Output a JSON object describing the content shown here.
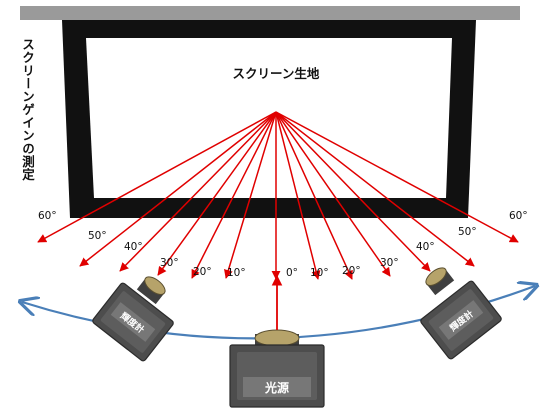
{
  "title": "スクリーンゲインの測定",
  "screen_label": "スクリーン生地",
  "left_angle_labels": [
    "60°",
    "50°",
    "40°",
    "30°",
    "20°",
    "10°"
  ],
  "center_angle_label": "0°",
  "right_angle_labels": [
    "10°",
    "20°",
    "30°",
    "40°",
    "50°",
    "60°"
  ],
  "meter_label": "輝度計",
  "source_label": "光源",
  "colors": {
    "rays": "#e00000",
    "frame": "#111111",
    "ceiling": "#9a9a9a",
    "arc": "#4a7fb8",
    "device_body": "#4d4d4d",
    "lens": "#b6a36a"
  }
}
